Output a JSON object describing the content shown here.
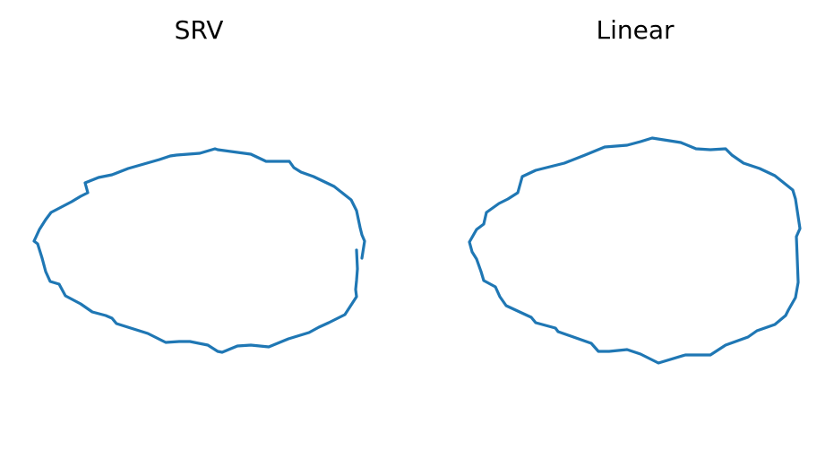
{
  "chart_data": [
    {
      "type": "line",
      "title": "SRV",
      "axis": "off",
      "grid": false,
      "color": "#1f77b4",
      "xlim": [
        36,
        407
      ],
      "ylim": [
        165,
        394
      ],
      "series": [
        {
          "x": [
            398,
            399,
            398,
            397,
            398,
            385,
            381,
            367,
            356,
            345,
            322,
            300,
            280,
            265,
            248,
            243,
            232,
            212,
            200,
            185,
            173,
            165,
            130,
            125,
            118,
            103,
            90,
            73,
            66,
            56,
            51,
            47,
            42,
            38,
            44,
            51,
            57,
            80,
            90,
            98,
            95,
            110,
            125,
            143,
            178,
            190,
            197,
            223,
            240,
            243,
            280,
            297,
            323,
            328,
            336,
            350,
            373,
            392,
            398,
            402,
            404,
            407,
            404
          ],
          "y": [
            279,
            300,
            313,
            323,
            331,
            351,
            353,
            360,
            365,
            371,
            378,
            387,
            385,
            386,
            393,
            392,
            385,
            381,
            381,
            382,
            376,
            372,
            361,
            355,
            352,
            348,
            339,
            330,
            317,
            314,
            303,
            288,
            272,
            269,
            256,
            245,
            237,
            225,
            219,
            215,
            204,
            198,
            195,
            188,
            178,
            174,
            173,
            171,
            166,
            167,
            172,
            180,
            180,
            187,
            192,
            197,
            208,
            223,
            235,
            254,
            262,
            269,
            288
          ]
        }
      ]
    },
    {
      "type": "line",
      "title": "Linear",
      "axis": "off",
      "grid": false,
      "color": "#1f77b4",
      "xlim": [
        522,
        893
      ],
      "ylim": [
        154,
        405
      ],
      "series": [
        {
          "x": [
            890,
            891,
            888,
            880,
            877,
            865,
            845,
            835,
            810,
            793,
            765,
            735,
            715,
            700,
            680,
            668,
            660,
            623,
            620,
            598,
            593,
            565,
            558,
            553,
            540,
            537,
            532,
            527,
            524,
            532,
            540,
            543,
            557,
            567,
            578,
            583,
            598,
            630,
            653,
            675,
            700,
            715,
            728,
            760,
            777,
            793,
            810,
            817,
            830,
            848,
            865,
            885,
            888,
            893,
            889,
            890
          ],
          "y": [
            289,
            315,
            332,
            346,
            352,
            362,
            369,
            376,
            385,
            396,
            396,
            405,
            395,
            390,
            392,
            392,
            383,
            370,
            366,
            360,
            354,
            341,
            331,
            320,
            313,
            303,
            289,
            281,
            270,
            256,
            250,
            237,
            227,
            222,
            215,
            197,
            190,
            182,
            173,
            164,
            162,
            158,
            154,
            159,
            166,
            167,
            166,
            173,
            182,
            188,
            196,
            212,
            222,
            255,
            264,
            289
          ]
        }
      ]
    }
  ]
}
